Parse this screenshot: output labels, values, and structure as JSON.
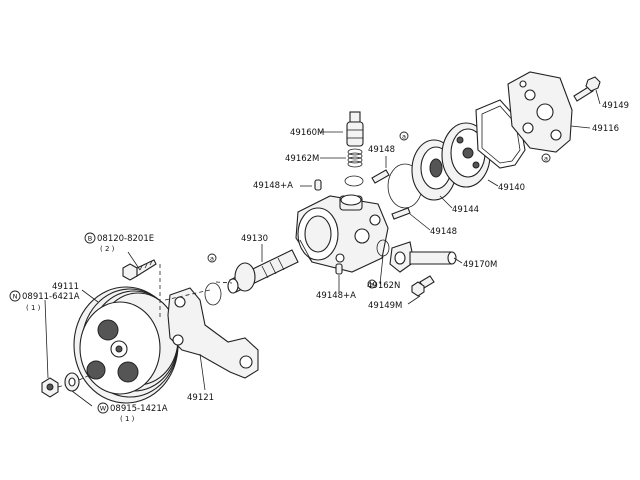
{
  "labels": {
    "p49160m": "49160M",
    "p49162m": "49162M",
    "p49148": "49148",
    "p49148a_top": "49148+A",
    "p49149": "49149",
    "p49116": "49116",
    "p49140": "49140",
    "p49144": "49144",
    "p49148_r": "49148",
    "p49130": "49130",
    "p49170m": "49170M",
    "p08120": "08120-8201E",
    "p08120_qty": "( 2 )",
    "p49111": "49111",
    "p08911": "08911-6421A",
    "p08911_qty": "( 1 )",
    "p49148a_bot": "49148+A",
    "p49162n": "49162N",
    "p49149m": "49149M",
    "p49121": "49121",
    "p08915": "08915-1421A",
    "p08915_qty": "( 1 )"
  },
  "markers": {
    "a": "a",
    "b": "B",
    "n": "N",
    "w": "W"
  }
}
